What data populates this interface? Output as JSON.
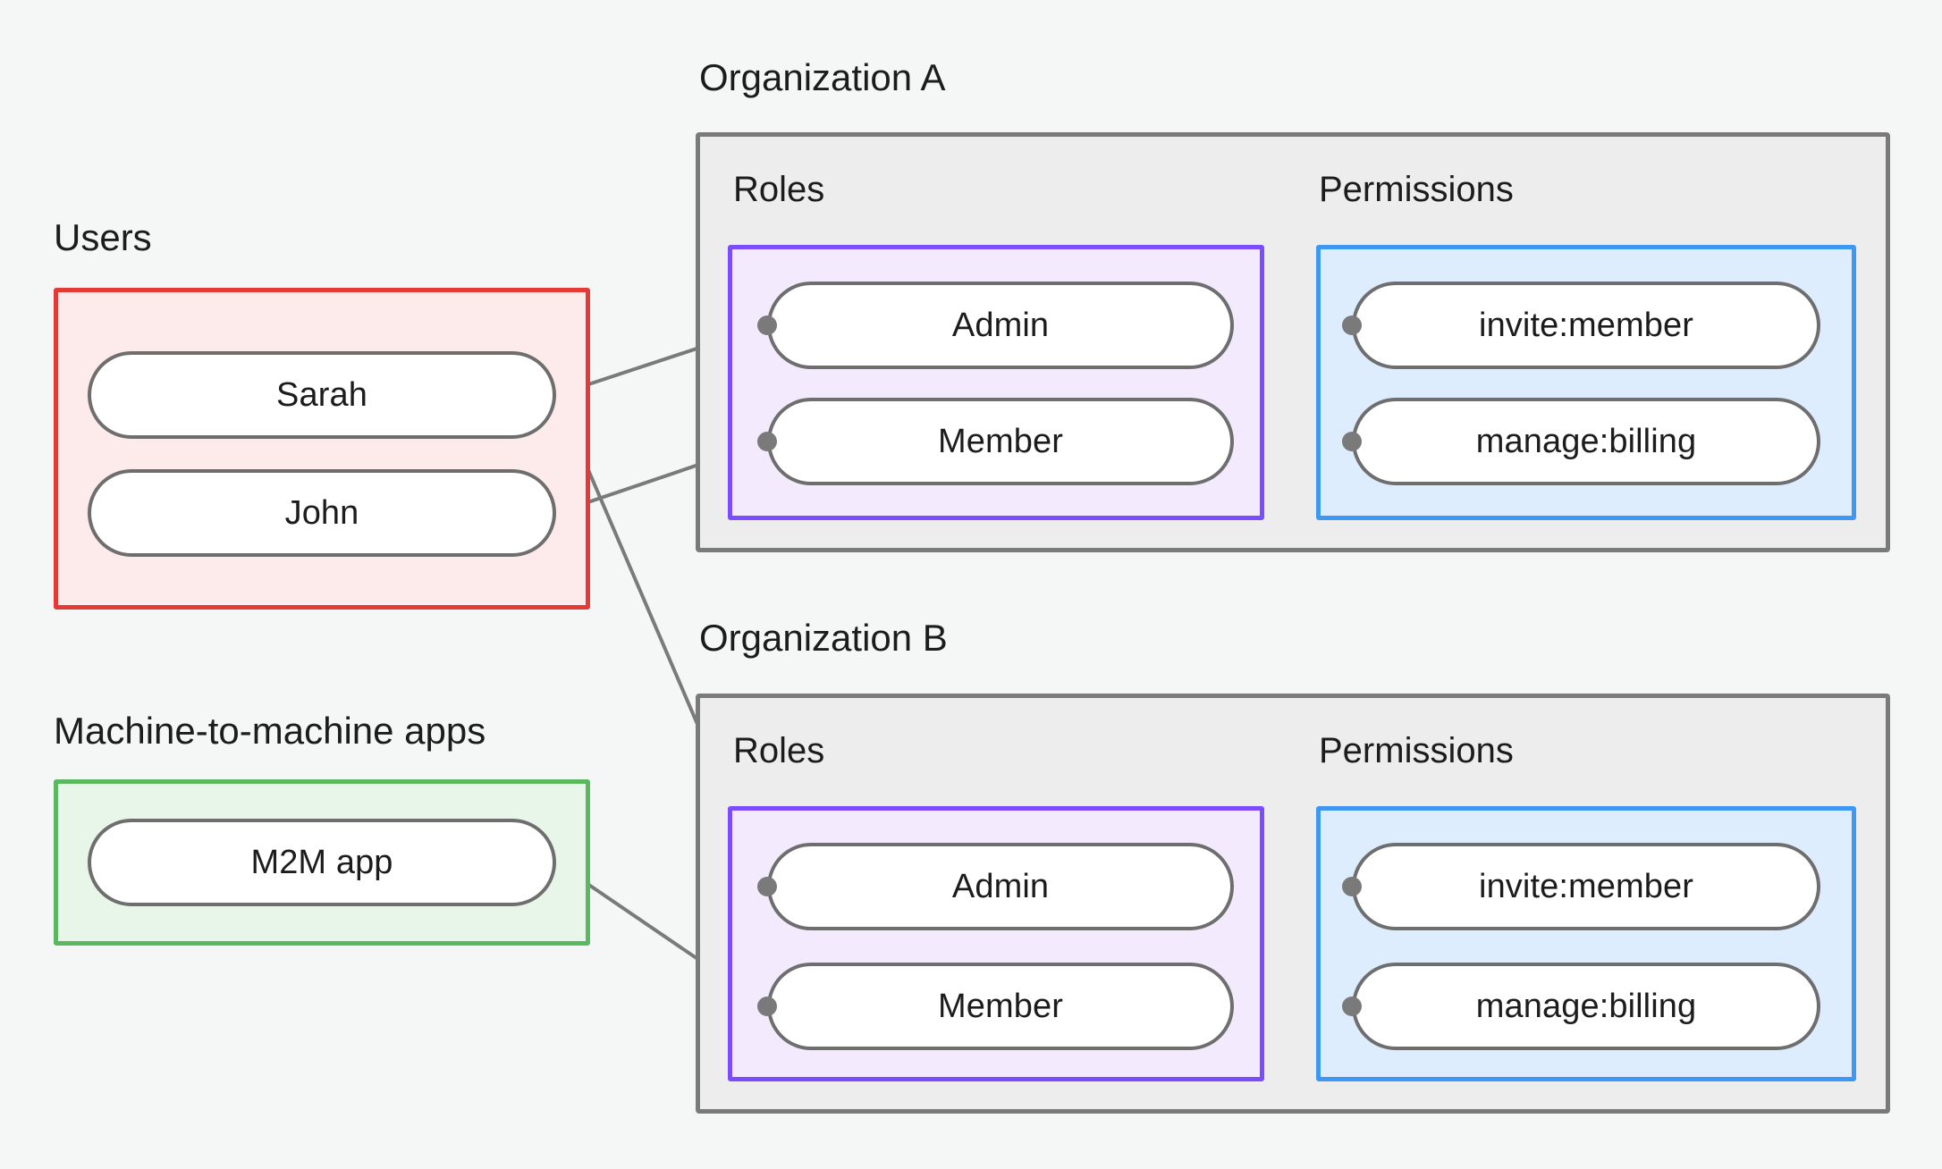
{
  "diagram": {
    "title_users": "Users",
    "title_m2m": "Machine-to-machine apps",
    "org_a_title": "Organization A",
    "org_b_title": "Organization B",
    "roles_label": "Roles",
    "permissions_label": "Permissions"
  },
  "colors": {
    "background": "#f5f7f6",
    "users_border": "#e53935",
    "users_fill": "#fdeaea",
    "m2m_border": "#5cb860",
    "m2m_fill": "#e8f6e9",
    "org_border": "#7a7a7a",
    "org_fill": "#ededed",
    "roles_border": "#7c4dff",
    "roles_fill": "#f3ebfd",
    "permissions_border": "#3e97f0",
    "permissions_fill": "#ddedfd",
    "pill_border": "#6e6e6e",
    "pill_fill": "#ffffff",
    "edge": "#7a7a7a",
    "text": "#1c1c1c"
  },
  "users": [
    {
      "id": "sarah",
      "label": "Sarah"
    },
    {
      "id": "john",
      "label": "John"
    }
  ],
  "machines": [
    {
      "id": "m2m",
      "label": "M2M app"
    }
  ],
  "organizations": [
    {
      "id": "org-a",
      "title": "Organization A",
      "roles": [
        {
          "id": "org-a-admin",
          "label": "Admin"
        },
        {
          "id": "org-a-member",
          "label": "Member"
        }
      ],
      "permissions": [
        {
          "id": "org-a-invite",
          "label": "invite:member"
        },
        {
          "id": "org-a-billing",
          "label": "manage:billing"
        }
      ]
    },
    {
      "id": "org-b",
      "title": "Organization B",
      "roles": [
        {
          "id": "org-b-admin",
          "label": "Admin"
        },
        {
          "id": "org-b-member",
          "label": "Member"
        }
      ],
      "permissions": [
        {
          "id": "org-b-invite",
          "label": "invite:member"
        },
        {
          "id": "org-b-billing",
          "label": "manage:billing"
        }
      ]
    }
  ],
  "connections": [
    {
      "from": "sarah",
      "to": "org-a-admin"
    },
    {
      "from": "sarah",
      "to": "org-b-admin"
    },
    {
      "from": "john",
      "to": "org-a-member"
    },
    {
      "from": "m2m",
      "to": "org-b-member"
    },
    {
      "from": "org-a-admin",
      "to": "org-a-invite"
    },
    {
      "from": "org-a-admin",
      "to": "org-a-billing"
    },
    {
      "from": "org-a-member",
      "to": "org-a-billing"
    },
    {
      "from": "org-b-admin",
      "to": "org-b-invite"
    },
    {
      "from": "org-b-admin",
      "to": "org-b-billing"
    },
    {
      "from": "org-b-member",
      "to": "org-b-billing"
    }
  ]
}
